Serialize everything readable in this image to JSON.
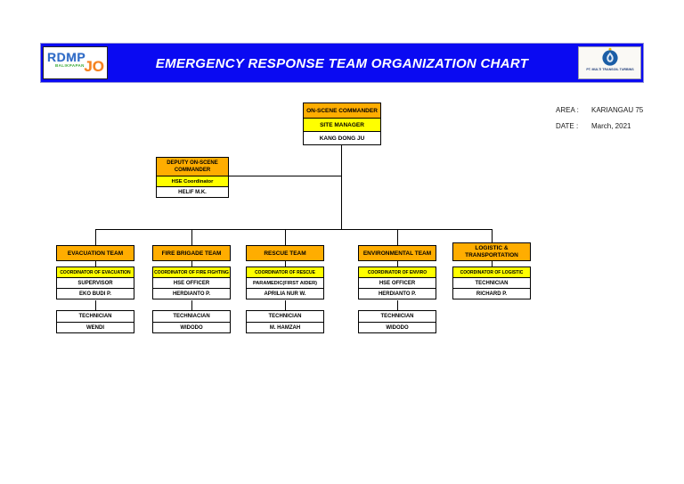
{
  "header": {
    "title": "EMERGENCY RESPONSE TEAM ORGANIZATION CHART",
    "band_color": "#0a0af2",
    "logo_left": {
      "text_rdmp": "RDMP",
      "text_balikpapan": "BALIKPAPAN",
      "text_jo": "JO",
      "color_rdmp": "#2f6bc6",
      "color_balikpapan": "#3aaa35",
      "color_jo": "#f5821f"
    },
    "logo_right": {
      "caption": "PT. MULTI TRANSOIL TURBINS",
      "emblem": "hand-flame-in-blue-circle"
    }
  },
  "meta": {
    "area_label": "AREA :",
    "area_value": "KARIANGAU 75",
    "date_label": "DATE :",
    "date_value": "March, 2021"
  },
  "chart": {
    "colors": {
      "header_cell": "#ffad00",
      "sub_cell": "#ffff00",
      "name_cell": "#ffffff"
    },
    "root": {
      "title": "ON-SCENE COMMANDER",
      "role": "SITE MANAGER",
      "name": "KANG DONG JU"
    },
    "deputy": {
      "title": "DEPUTY ON-SCENE COMMANDER",
      "role": "HSE Coordinator",
      "name": "HELIF M.K."
    },
    "teams": [
      {
        "title": "EVACUATION TEAM",
        "coordinator": "COORDINATOR OF EVACUATION",
        "role": "SUPERVISOR",
        "name": "EKO BUDI P.",
        "tech_role": "TECHNICIAN",
        "tech_name": "WENDI"
      },
      {
        "title": "FIRE BRIGADE TEAM",
        "coordinator": "COORDINATOR OF FIRE FIGHTING",
        "role": "HSE OFFICER",
        "name": "HERDIANTO P.",
        "tech_role": "TECHNIACIAN",
        "tech_name": "WIDODO"
      },
      {
        "title": "RESCUE TEAM",
        "coordinator": "COORDINATOR OF RESCUE",
        "role": "PARAMEDIC(FIRST AIDER)",
        "name": "APRILIA NUR W.",
        "tech_role": "TECHNICIAN",
        "tech_name": "M. HAMZAH"
      },
      {
        "title": "ENVIRONMENTAL TEAM",
        "coordinator": "COORDINATOR OF ENVIRO",
        "role": "HSE OFFICER",
        "name": "HERDIANTO P.",
        "tech_role": "TECHNICIAN",
        "tech_name": "WIDODO"
      },
      {
        "title": "LOGISTIC & TRANSPORTATION",
        "coordinator": "COORDINATOR OF LOGISTIC",
        "role": "TECHNICIAN",
        "name": "RICHARD P."
      }
    ]
  }
}
